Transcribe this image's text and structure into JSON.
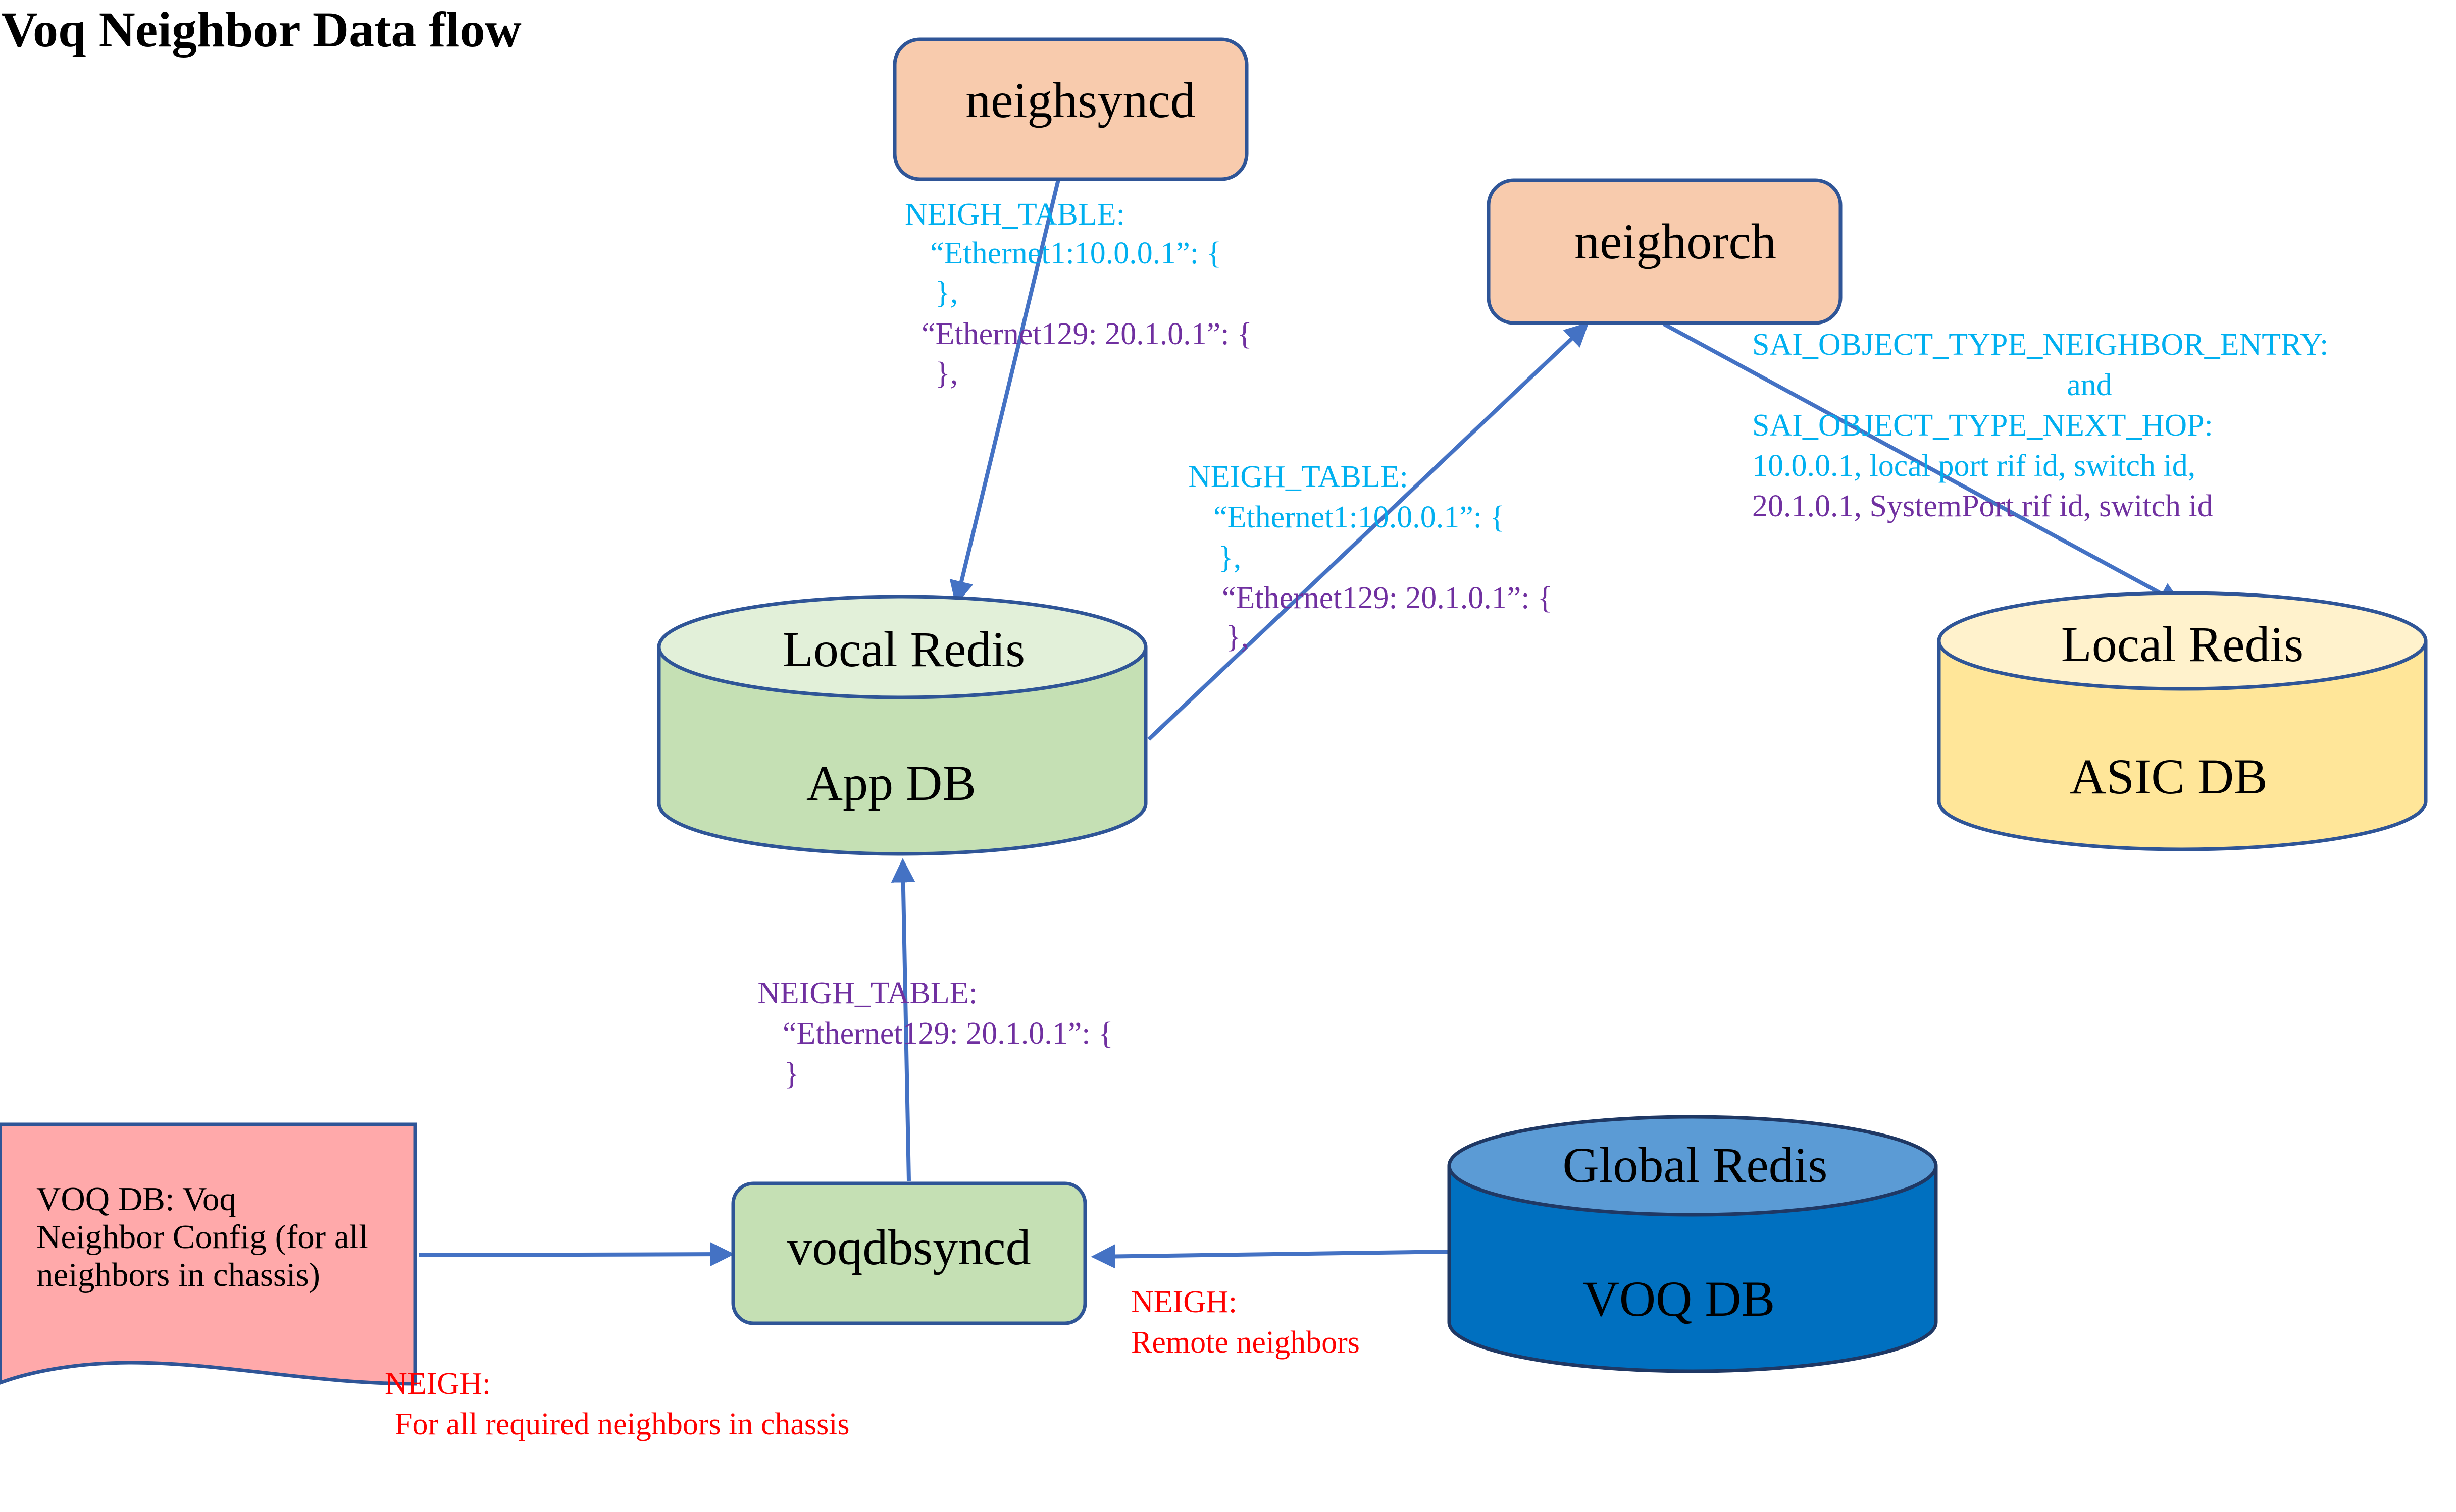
{
  "title": "Voq Neighbor Data flow",
  "colors": {
    "cyan_text": "#00b0f0",
    "purple_text": "#7030a0",
    "red_text": "#ff0000",
    "arrow": "#4472c4",
    "orange_fill": "#f8cbad",
    "green_fill": "#c5e0b4",
    "green_top": "#e2f0d9",
    "yellow_fill": "#ffe699",
    "yellow_top": "#fff2cc",
    "blue_fill": "#0070c0",
    "blue_top": "#5b9bd5",
    "pink_fill": "#ffa9aa",
    "outline": "#2f5597"
  },
  "nodes": {
    "neighsyncd": "neighsyncd",
    "neighorch": "neighorch",
    "voqdbsyncd": "voqdbsyncd",
    "app_db": {
      "top": "Local Redis",
      "body": "App DB"
    },
    "asic_db": {
      "top": "Local Redis",
      "body": "ASIC DB"
    },
    "voq_db": {
      "top": "Global Redis",
      "body": "VOQ DB"
    },
    "voq_config": {
      "line1": "VOQ DB: Voq",
      "line2": "Neighbor Config (for all",
      "line3": "neighbors in chassis)"
    }
  },
  "notes": {
    "neighsyncd_to_appdb": {
      "l1": "NEIGH_TABLE:",
      "l2": "“Ethernet1:10.0.0.1”: {",
      "l3": "},",
      "l4": "“Ethernet129: 20.1.0.1”: {",
      "l5": "},"
    },
    "appdb_to_neighorch": {
      "l1": "NEIGH_TABLE:",
      "l2": "“Ethernet1:10.0.0.1”: {",
      "l3": "},",
      "l4": "“Ethernet129: 20.1.0.1”: {",
      "l5": "},"
    },
    "neighorch_to_asic": {
      "l1": "SAI_OBJECT_TYPE_NEIGHBOR_ENTRY:",
      "l2": "and",
      "l3": "SAI_OBJECT_TYPE_NEXT_HOP:",
      "l4": "10.0.0.1, local port rif id, switch id,",
      "l5": "20.1.0.1, SystemPort rif id, switch id"
    },
    "voqdbsyncd_to_appdb": {
      "l1": "NEIGH_TABLE:",
      "l2": "“Ethernet129: 20.1.0.1”: {",
      "l3": "}"
    },
    "voqdb_to_voqdbsyncd": {
      "l1": "NEIGH:",
      "l2": "Remote neighbors"
    },
    "config_to_voqdbsyncd": {
      "l1": "NEIGH:",
      "l2": "For all required neighbors in chassis"
    }
  }
}
